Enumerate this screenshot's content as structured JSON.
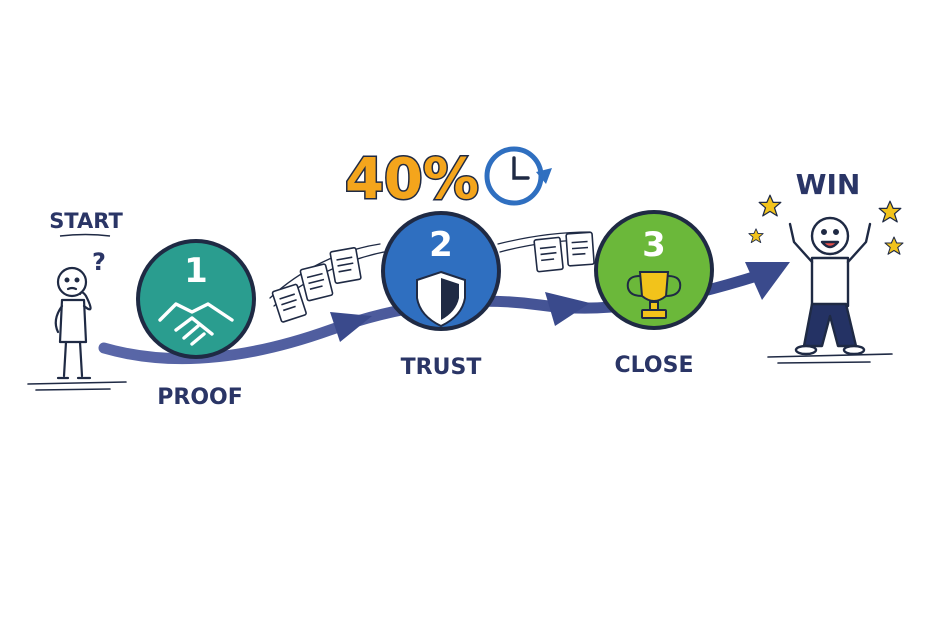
{
  "start": {
    "label": "START",
    "question": "?"
  },
  "win": {
    "label": "WIN"
  },
  "metric": {
    "value": "40%",
    "icon": "clock-refresh-icon"
  },
  "steps": [
    {
      "number": "1",
      "label": "PROOF",
      "icon": "handshake-icon",
      "color": "#2a9d8f"
    },
    {
      "number": "2",
      "label": "TRUST",
      "icon": "shield-icon",
      "color": "#2f6fc0"
    },
    {
      "number": "3",
      "label": "CLOSE",
      "icon": "trophy-icon",
      "color": "#6bb83a"
    }
  ],
  "colors": {
    "ink": "#1f2a44",
    "arrow": "#3a4a8c",
    "accent": "#f4a51c",
    "star": "#f2c31b"
  }
}
